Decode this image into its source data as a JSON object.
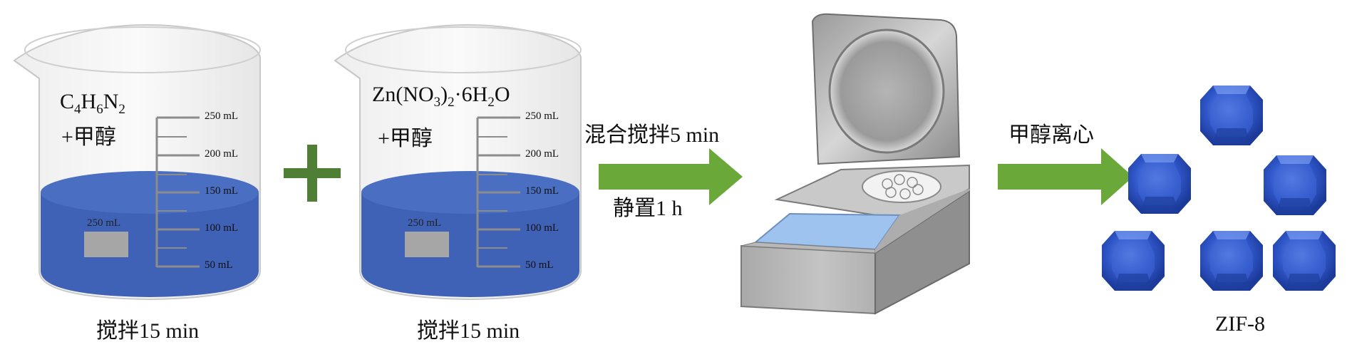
{
  "beaker1": {
    "formula": {
      "c": "C",
      "c_sub": "4",
      "h": "H",
      "h_sub": "6",
      "n": "N",
      "n_sub": "2"
    },
    "solvent": "+甲醇",
    "scale": [
      "250 mL",
      "200 mL",
      "150 mL",
      "100 mL",
      "50 mL"
    ],
    "label": "250 mL",
    "caption": "搅拌15 min"
  },
  "plus_sign": "+",
  "beaker2": {
    "formula": {
      "zn": "Zn(NO",
      "sub3": "3",
      "close": ")",
      "sub2": "2",
      "hydrate": "·6H",
      "sub2b": "2",
      "o": "O"
    },
    "solvent": "+甲醇",
    "scale": [
      "250 mL",
      "200 mL",
      "150 mL",
      "100 mL",
      "50 mL"
    ],
    "label": "250 mL",
    "caption": "搅拌15 min"
  },
  "arrow1": {
    "top_text": "混合搅拌5 min",
    "bottom_text": "静置1 h"
  },
  "arrow2": {
    "top_text": "甲醇离心"
  },
  "product": {
    "caption": "ZIF-8"
  },
  "colors": {
    "liquid": "#3f62b7",
    "liquid_top": "#4a6ec2",
    "arrow": "#6aa83a",
    "plus": "#4f7f34",
    "crystal": "#2f56c8"
  }
}
